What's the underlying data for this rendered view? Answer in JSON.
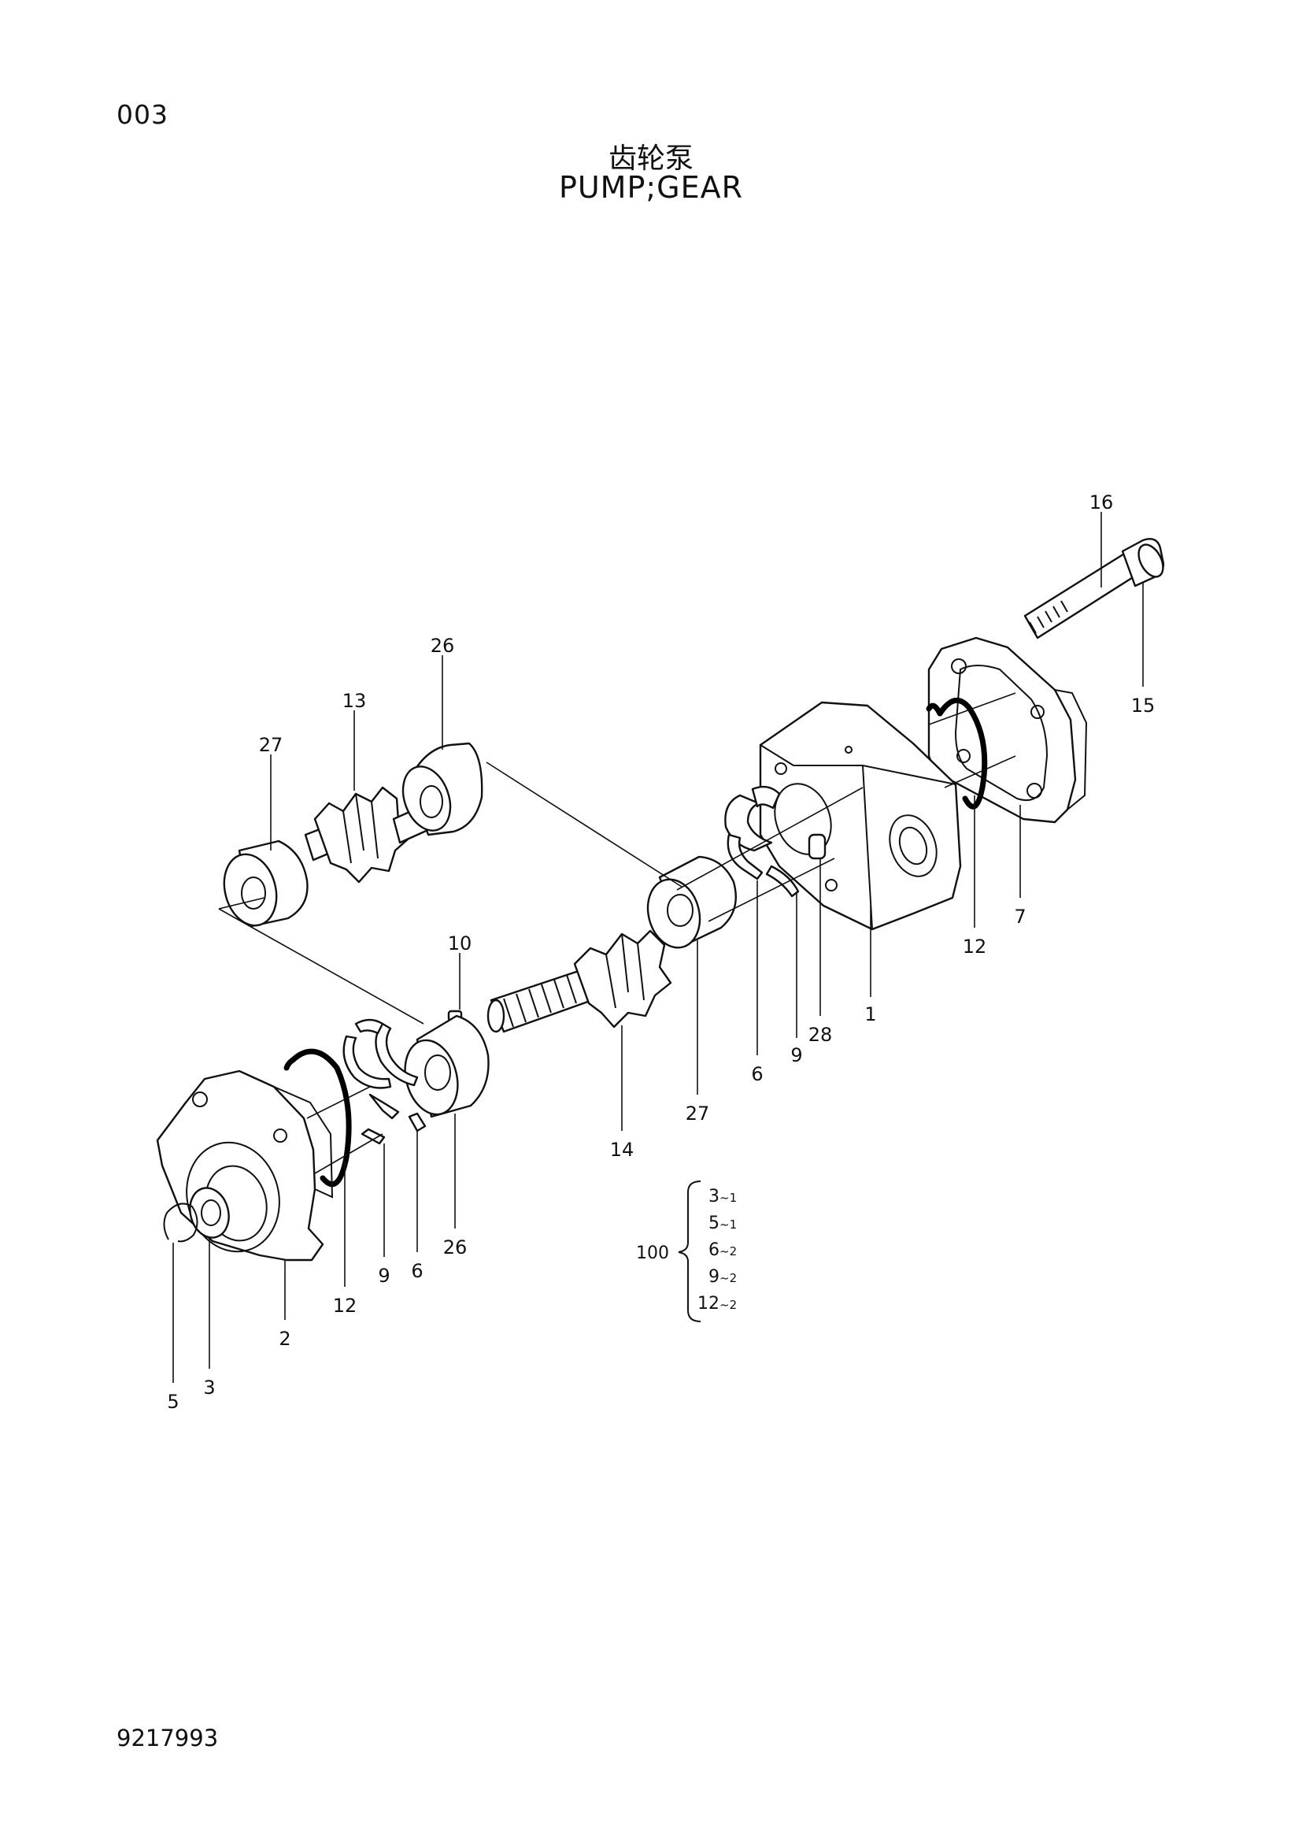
{
  "header": {
    "page_number": "003",
    "title_cn": "齿轮泵",
    "title_en": "PUMP;GEAR"
  },
  "footer": {
    "document_number": "9217993"
  },
  "callouts": [
    {
      "id": "c16",
      "label": "16"
    },
    {
      "id": "c15",
      "label": "15"
    },
    {
      "id": "c7",
      "label": "7"
    },
    {
      "id": "c12a",
      "label": "12"
    },
    {
      "id": "c1",
      "label": "1"
    },
    {
      "id": "c28",
      "label": "28"
    },
    {
      "id": "c9a",
      "label": "9"
    },
    {
      "id": "c6a",
      "label": "6"
    },
    {
      "id": "c27a",
      "label": "27"
    },
    {
      "id": "c14",
      "label": "14"
    },
    {
      "id": "c26a",
      "label": "26"
    },
    {
      "id": "c13",
      "label": "13"
    },
    {
      "id": "c27b",
      "label": "27"
    },
    {
      "id": "c10",
      "label": "10"
    },
    {
      "id": "c26b",
      "label": "26"
    },
    {
      "id": "c6b",
      "label": "6"
    },
    {
      "id": "c9b",
      "label": "9"
    },
    {
      "id": "c12b",
      "label": "12"
    },
    {
      "id": "c2",
      "label": "2"
    },
    {
      "id": "c3",
      "label": "3"
    },
    {
      "id": "c5",
      "label": "5"
    }
  ],
  "kit": {
    "number": "100",
    "items": [
      {
        "part": "3",
        "qty": "~1"
      },
      {
        "part": "5",
        "qty": "~1"
      },
      {
        "part": "6",
        "qty": "~2"
      },
      {
        "part": "9",
        "qty": "~2"
      },
      {
        "part": "12",
        "qty": "~2"
      }
    ]
  }
}
